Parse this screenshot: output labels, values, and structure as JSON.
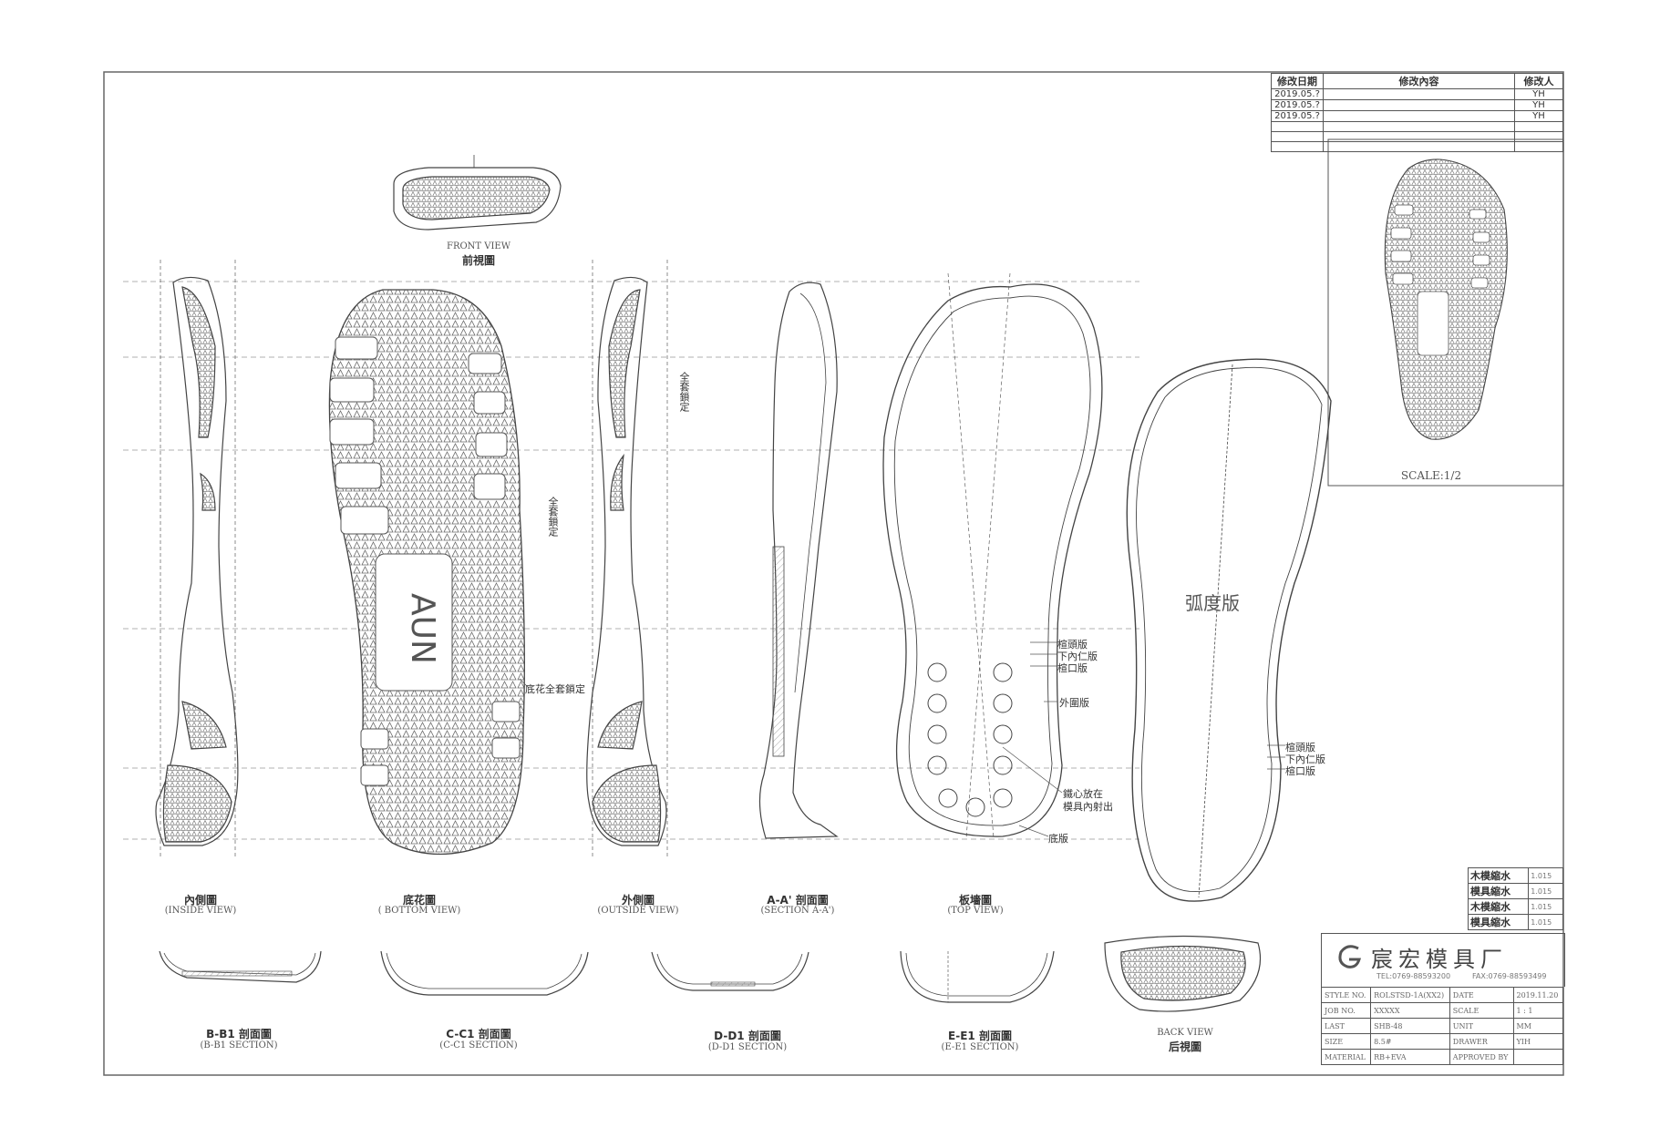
{
  "revision_table": {
    "headers": [
      "修改日期",
      "修改內容",
      "修改人"
    ],
    "rows": [
      [
        "2019.05.?",
        "",
        "YH"
      ],
      [
        "2019.05.?",
        "",
        "YH"
      ],
      [
        "2019.05.?",
        "",
        "YH"
      ],
      [
        "",
        "",
        ""
      ],
      [
        "",
        "",
        ""
      ],
      [
        "",
        "",
        ""
      ]
    ]
  },
  "views": {
    "front_en": "FRONT VIEW",
    "front_cn": "前視圖",
    "inside_cn": "內側圖",
    "inside_en": "(INSIDE VIEW)",
    "bottom_cn": "底花圖",
    "bottom_en": "( BOTTOM VIEW)",
    "outside_cn": "外側圖",
    "outside_en": "(OUTSIDE VIEW)",
    "aa_cn": "A-A' 剖面圖",
    "aa_en": "(SECTION A-A')",
    "top_cn": "板墻圖",
    "top_en": "(TOP VIEW)",
    "back_en": "BACK VIEW",
    "back_cn": "后視圖",
    "scale_label": "SCALE:1/2",
    "arc_label": "弧度版"
  },
  "sections": {
    "b_cn": "B-B1 剖面圖",
    "b_en": "(B-B1 SECTION)",
    "c_cn": "C-C1 剖面圖",
    "c_en": "(C-C1 SECTION)",
    "d_cn": "D-D1 剖面圖",
    "d_en": "(D-D1 SECTION)",
    "e_cn": "E-E1 剖面圖",
    "e_en": "(E-E1 SECTION)"
  },
  "annotations": {
    "lock1": "全套鎖定",
    "lock2": "全套鎖定",
    "lock3": "底花全套鎖定",
    "plate1": "楦頭版",
    "plate2": "下內仁版",
    "plate3": "楦口版",
    "plate4": "外圍版",
    "core1": "鐵心放在",
    "core2": "模具內射出",
    "bottom_plate": "底版",
    "plate5": "楦頭版",
    "plate6": "下內仁版",
    "plate7": "楦口版",
    "logo_text": "AUN"
  },
  "shrinkage": [
    {
      "label": "木模縮水",
      "value": "1.015"
    },
    {
      "label": "模具縮水",
      "value": "1.015"
    },
    {
      "label": "木模縮水",
      "value": "1.015"
    },
    {
      "label": "模具縮水",
      "value": "1.015"
    }
  ],
  "company": {
    "name": "宸宏模具厂",
    "tel": "TEL:0769-88593200",
    "fax": "FAX:0769-88593499"
  },
  "title_block": [
    [
      "STYLE NO.",
      "ROLSTSD-1A(XX2)",
      "DATE",
      "2019.11.20"
    ],
    [
      "JOB NO.",
      "XXXXX",
      "SCALE",
      "1 : 1"
    ],
    [
      "LAST",
      "SHB-48",
      "UNIT",
      "MM"
    ],
    [
      "SIZE",
      "8.5#",
      "DRAWER",
      "YIH"
    ],
    [
      "MATERIAL",
      "RB+EVA",
      "APPROVED BY",
      ""
    ]
  ]
}
